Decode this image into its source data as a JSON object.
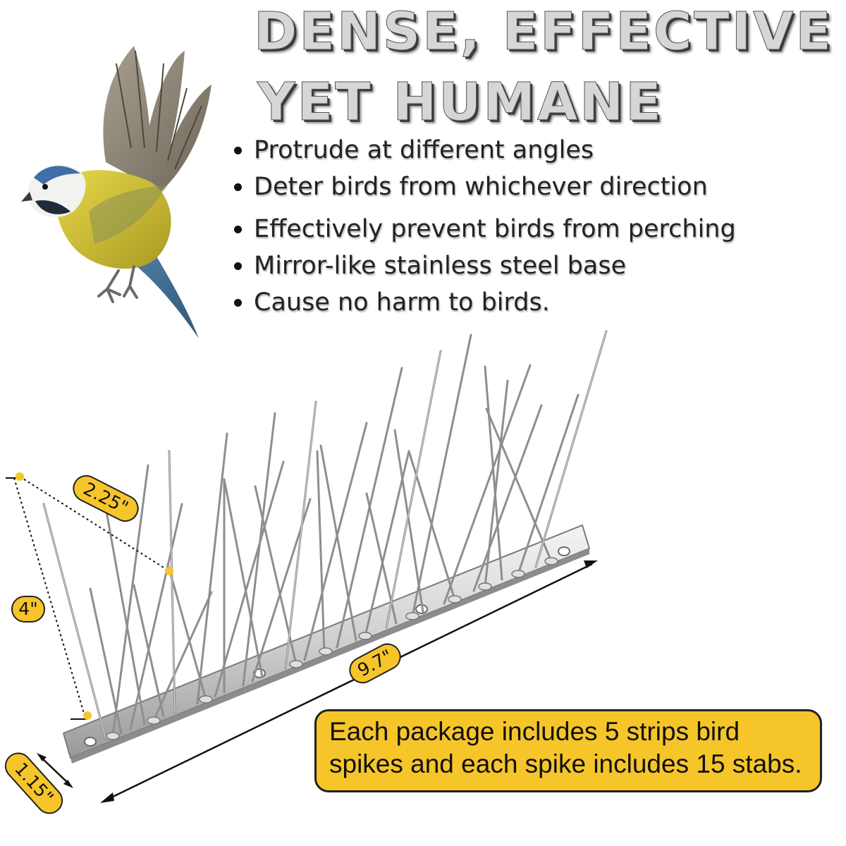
{
  "headline": {
    "line1": "DENSE, EFFECTIVE",
    "line2": "YET HUMANE"
  },
  "features": [
    "Protrude at different angles",
    "Deter birds from whichever direction",
    "Effectively prevent birds from perching",
    "Mirror-like stainless steel base",
    "Cause no harm to birds."
  ],
  "dimensions": {
    "spike_spacing": "2.25\"",
    "spike_height": "4\"",
    "strip_length": "9.7\"",
    "base_width": "1.15\""
  },
  "package_note": {
    "line1": "Each package includes 5 strips bird",
    "line2": "spikes and each spike includes 15 stabs."
  },
  "illustrations": {
    "bird": "blue-tit-bird",
    "product": "stainless-steel-bird-spike-strip"
  },
  "colors": {
    "label_fill": "#f6c52a",
    "text": "#222222",
    "headline_fill": "#d6d6d6"
  }
}
